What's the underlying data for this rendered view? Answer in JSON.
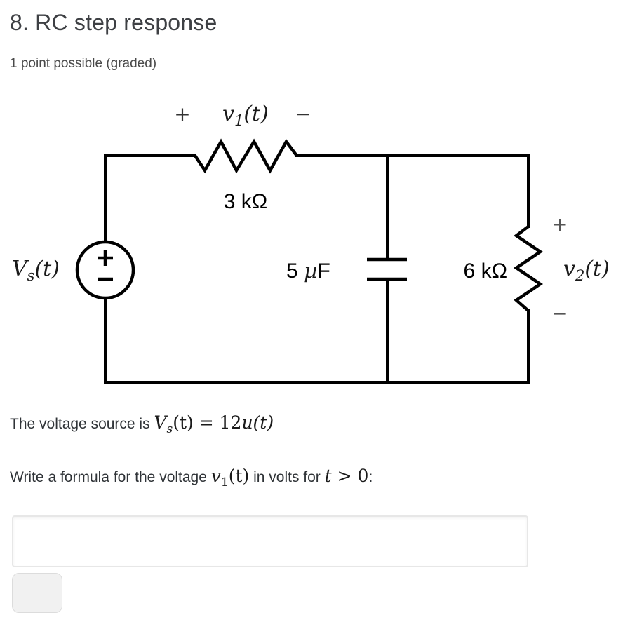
{
  "header": {
    "title": "8. RC step response",
    "points": "1 point possible (graded)"
  },
  "circuit": {
    "v1_label": {
      "plus": "+",
      "var": "v",
      "sub": "1",
      "args": "(t)",
      "minus": "−"
    },
    "r1_value": "3 kΩ",
    "source_label": {
      "var": "V",
      "sub": "s",
      "args": "(t)"
    },
    "source_plus": "+",
    "source_minus": "−",
    "cap_value": {
      "num": "5 ",
      "mu": "µ",
      "unit": "F"
    },
    "r2_value": "6 kΩ",
    "v2_label": {
      "plus": "+",
      "var": "v",
      "sub": "2",
      "args": "(t)",
      "minus": "−"
    }
  },
  "problem": {
    "statement_pre": "The voltage source is ",
    "vs_var": "V",
    "vs_sub": "s",
    "vs_args": "(t)",
    "equals": " = ",
    "amplitude": "12",
    "step_term": "u(t)"
  },
  "question": {
    "pre": "Write a formula for the voltage ",
    "var": "v",
    "sub": "1",
    "args": "(t)",
    "mid": " in volts for ",
    "t_var": "t",
    "condition": " > 0",
    "colon": ":"
  },
  "answer": {
    "value": "",
    "placeholder": ""
  },
  "colors": {
    "title_text": "#3e4044",
    "body_text": "#2f3337",
    "circuit_stroke": "#000000",
    "input_border": "#e7e7e7",
    "button_fill": "#f1f1f1"
  }
}
